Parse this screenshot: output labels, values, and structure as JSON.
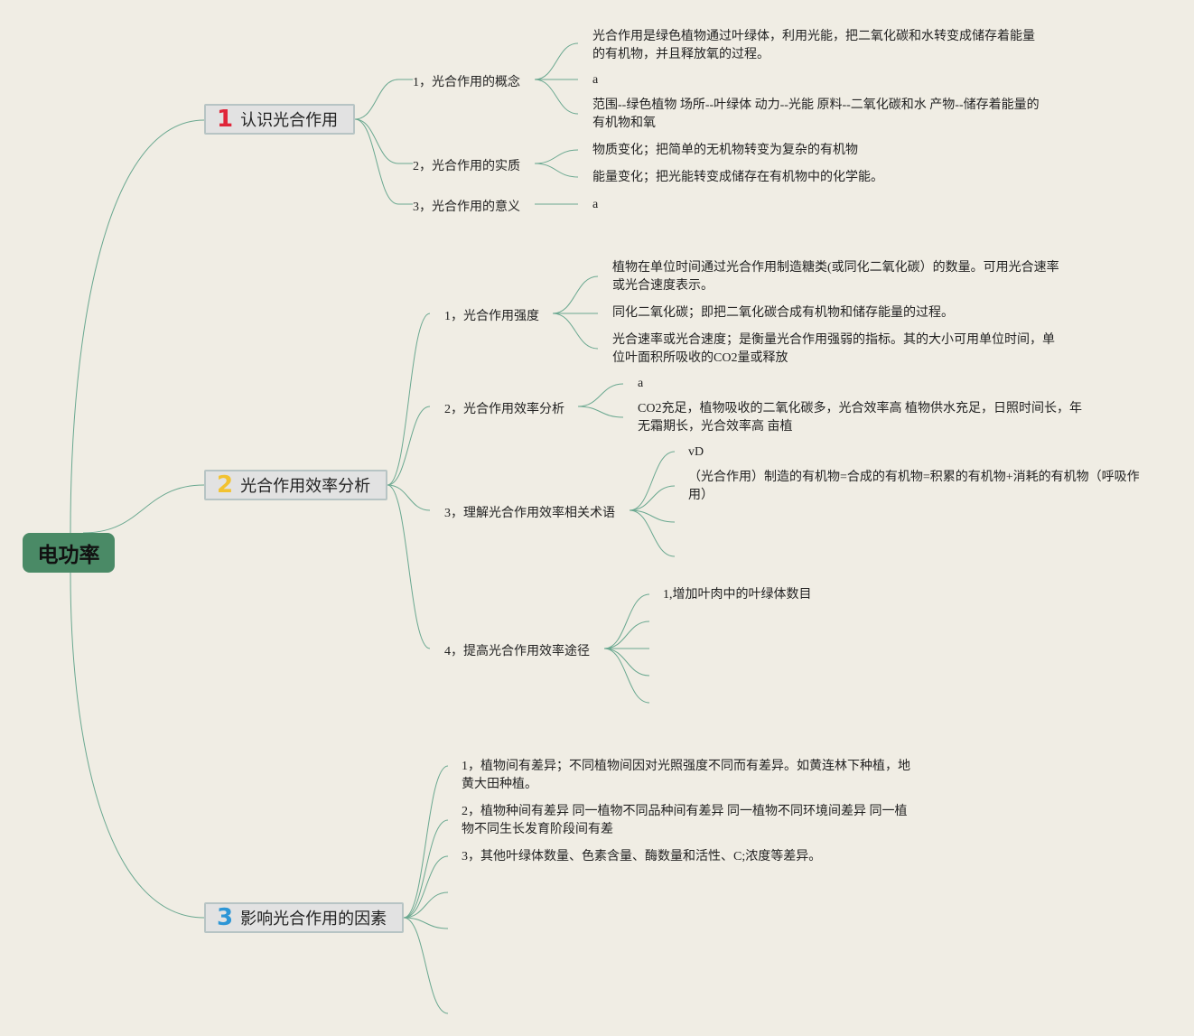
{
  "root": {
    "label": "电功率"
  },
  "branches": [
    {
      "number": "1",
      "number_color": "#e0263a",
      "label": "认识光合作用"
    },
    {
      "number": "2",
      "number_color": "#f2c230",
      "label": "光合作用效率分析"
    },
    {
      "number": "3",
      "number_color": "#2d96d6",
      "label": "影响光合作用的因素"
    }
  ],
  "b1": {
    "s1": "1，光合作用的概念",
    "s1_leaves": [
      "光合作用是绿色植物通过叶绿体，利用光能，把二氧化碳和水转变成储存着能量的有机物，并且释放氧的过程。",
      "a",
      "范围--绿色植物 场所--叶绿体 动力--光能 原料--二氧化碳和水 产物--储存着能量的有机物和氧"
    ],
    "s2": "2，光合作用的实质",
    "s2_leaves": [
      "物质变化；把简单的无机物转变为复杂的有机物",
      "能量变化；把光能转变成储存在有机物中的化学能。"
    ],
    "s3": "3，光合作用的意义",
    "s3_leaves": [
      "a"
    ]
  },
  "b2": {
    "s1": "1，光合作用强度",
    "s1_leaves": [
      "植物在单位时间通过光合作用制造糖类(或同化二氧化碳）的数量。可用光合速率或光合速度表示。",
      "同化二氧化碳；即把二氧化碳合成有机物和储存能量的过程。",
      "光合速率或光合速度；是衡量光合作用强弱的指标。其的大小可用单位时间，单位叶面积所吸收的CO2量或释放"
    ],
    "s2": "2，光合作用效率分析",
    "s2_leaves": [
      "a",
      "CO2充足，植物吸收的二氧化碳多，光合效率高 植物供水充足，日照时间长，年无霜期长，光合效率高 亩植"
    ],
    "s3": "3，理解光合作用效率相关术语",
    "s3_leaves": [
      "vD",
      "（光合作用）制造的有机物=合成的有机物=积累的有机物+消耗的有机物（呼吸作用）"
    ],
    "s4": "4，提高光合作用效率途径",
    "s4_leaves": [
      "1,增加叶肉中的叶绿体数目"
    ]
  },
  "b3": {
    "leaves": [
      "1，植物间有差异；不同植物间因对光照强度不同而有差异。如黄连林下种植，地黄大田种植。",
      "2，植物种间有差异 同一植物不同品种间有差异 同一植物不同环境间差异 同一植物不同生长发育阶段间有差",
      "3，其他叶绿体数量、色素含量、酶数量和活性、C;浓度等差异。"
    ]
  },
  "colors": {
    "background": "#f0ede4",
    "line": "#6aa890",
    "root_fill": "#4a8a66"
  }
}
